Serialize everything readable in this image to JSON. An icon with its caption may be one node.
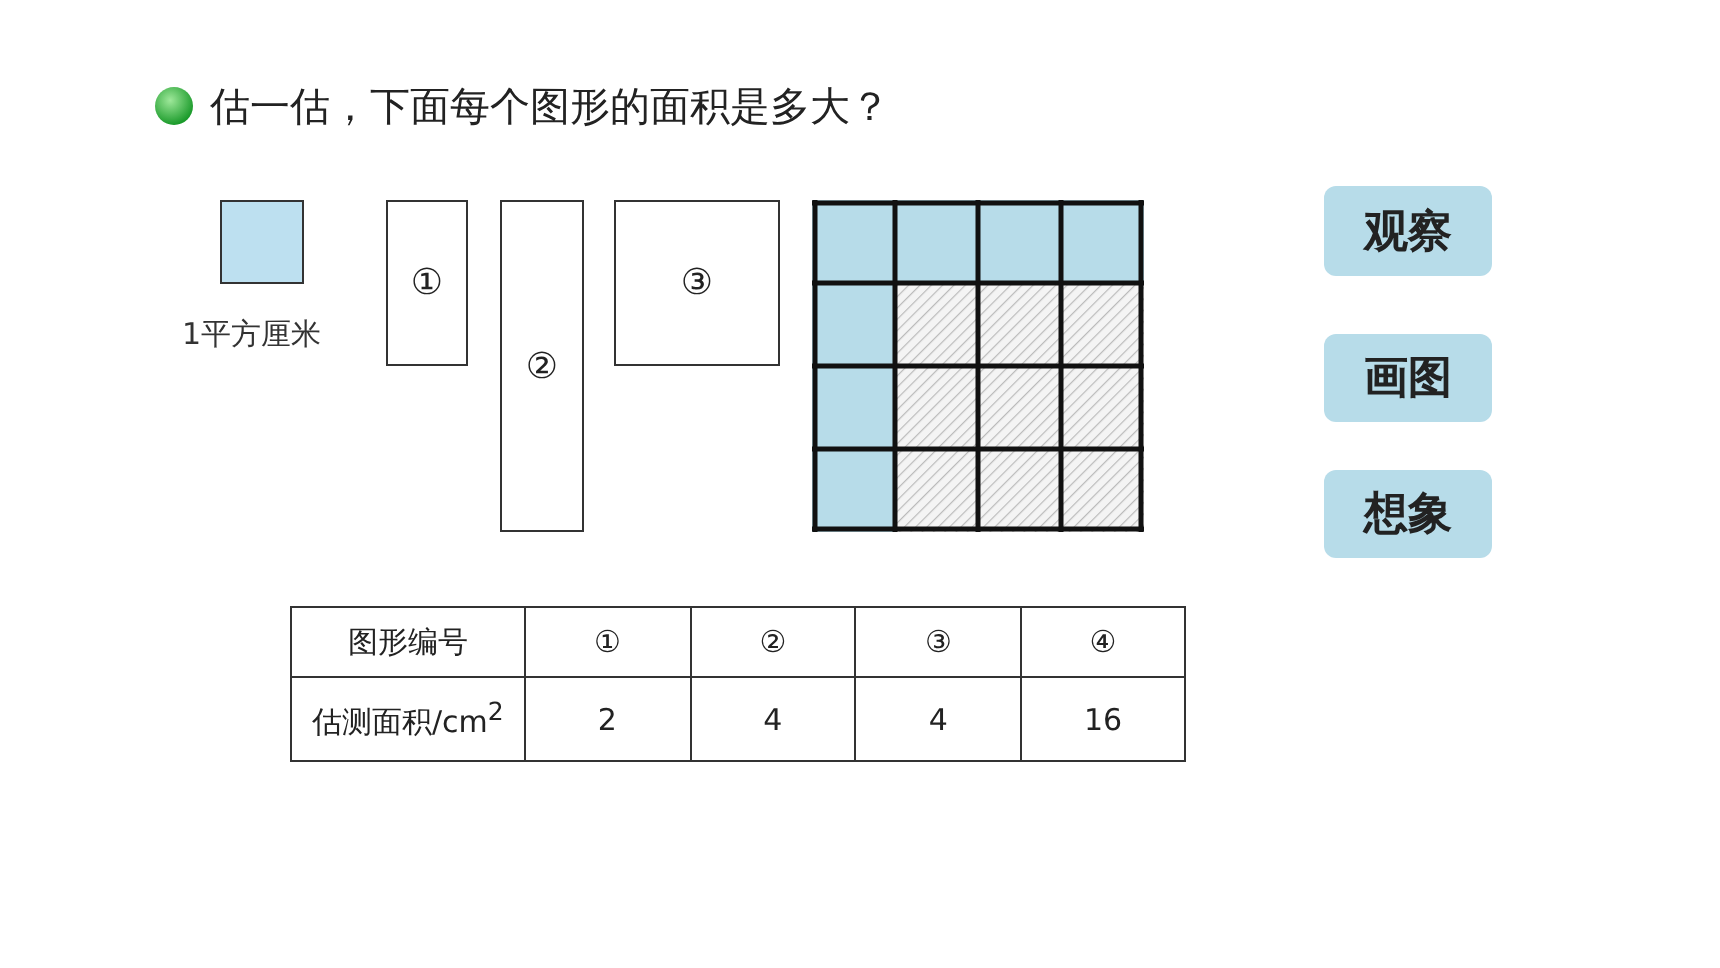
{
  "diagram": {
    "title": "估一估，下面每个图形的面积是多大？",
    "nodes": [
      {
        "text": [],
        "shape": "box",
        "beside": [
          "1平方厘米"
        ]
      },
      {
        "text": [
          "①"
        ]
      },
      {
        "text": [
          "②"
        ]
      },
      {
        "text": [
          "③"
        ]
      },
      {
        "text": [],
        "shape": "box"
      },
      {
        "text": [
          "观察"
        ]
      },
      {
        "text": [
          "画图"
        ]
      },
      {
        "text": [
          "想象"
        ]
      }
    ],
    "labels": [
      "图形编号",
      "①",
      "②",
      "③",
      "④",
      "估测面积/cm$^{2}$",
      "2",
      "4",
      "4",
      "16"
    ]
  }
}
